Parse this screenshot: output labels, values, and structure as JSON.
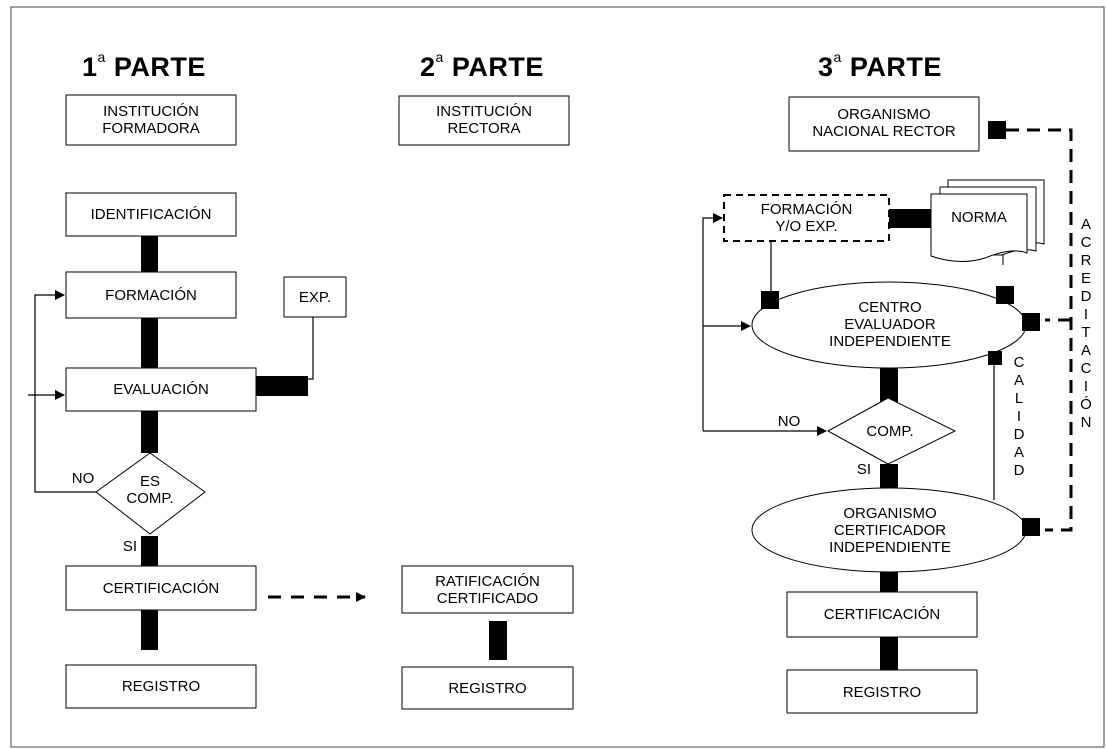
{
  "headers": {
    "part1": {
      "num": "1",
      "ord": "a",
      "word": "PARTE"
    },
    "part2": {
      "num": "2",
      "ord": "a",
      "word": "PARTE"
    },
    "part3": {
      "num": "3",
      "ord": "a",
      "word": "PARTE"
    }
  },
  "col1": {
    "institucion": "INSTITUCIÓN\nFORMADORA",
    "identificacion": "IDENTIFICACIÓN",
    "formacion": "FORMACIÓN",
    "exp": "EXP.",
    "evaluacion": "EVALUACIÓN",
    "decision": "ES\nCOMP.",
    "no": "NO",
    "si": "SI",
    "certificacion": "CERTIFICACIÓN",
    "registro": "REGISTRO"
  },
  "col2": {
    "institucion": "INSTITUCIÓN\nRECTORA",
    "ratificacion": "RATIFICACIÓN\nCERTIFICADO",
    "registro": "REGISTRO"
  },
  "col3": {
    "organismo_rector": "ORGANISMO\nNACIONAL RECTOR",
    "formacion_exp": "FORMACIÓN\nY/O EXP.",
    "norma": "NORMA",
    "centro": "CENTRO\nEVALUADOR\nINDEPENDIENTE",
    "decision": "COMP.",
    "no": "NO",
    "si": "SI",
    "organismo_cert": "ORGANISMO\nCERTIFICADOR\nINDEPENDIENTE",
    "certificacion": "CERTIFICACIÓN",
    "registro": "REGISTRO",
    "calidad": "CALIDAD",
    "acreditacion": "ACREDITACIÓN"
  }
}
